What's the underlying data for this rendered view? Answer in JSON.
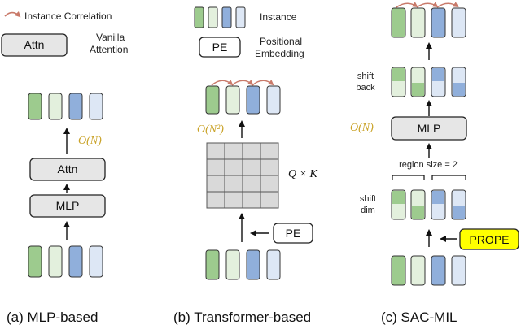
{
  "colors": {
    "green": "#9DCB8E",
    "green_light": "#E3F0DD",
    "blue": "#90AFDB",
    "blue_light": "#DDE7F5",
    "box_fill": "#E6E6E6",
    "arc": "#C97A6A",
    "complexity": "#C9A227",
    "prope": "#FFFF00"
  },
  "legend": {
    "instance_correlation": "Instance Correlation",
    "attn_box": "Attn",
    "vanilla_attention_line1": "Vanilla",
    "vanilla_attention_line2": "Attention",
    "instance": "Instance",
    "pe_box": "PE",
    "positional_embedding_line1": "Positional",
    "positional_embedding_line2": "Embedding"
  },
  "panel_a": {
    "attn_label": "Attn",
    "mlp_label": "MLP",
    "complexity": "O(N)",
    "caption": "(a) MLP-based"
  },
  "panel_b": {
    "complexity": "O(N²)",
    "qk_label": "Q × K",
    "pe_label": "PE",
    "caption": "(b) Transformer-based"
  },
  "panel_c": {
    "shift_back_line1": "shift",
    "shift_back_line2": "back",
    "mlp_label": "MLP",
    "complexity": "O(N)",
    "region_size": "region size = 2",
    "shift_dim_line1": "shift",
    "shift_dim_line2": "dim",
    "prope_label": "PROPE",
    "caption": "(c) SAC-MIL"
  }
}
